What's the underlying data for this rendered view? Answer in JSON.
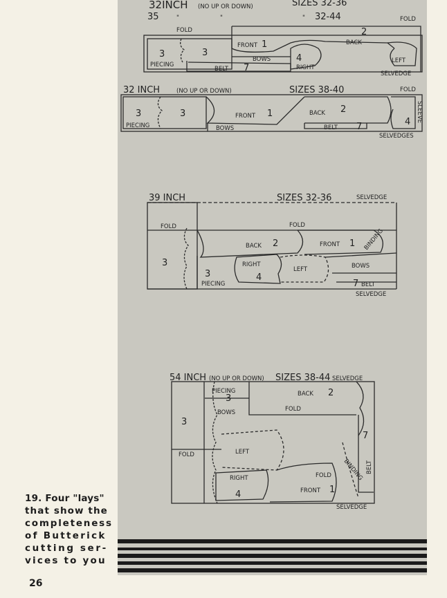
{
  "caption": {
    "lines": [
      "19. Four \"lays\"",
      "that show the",
      "completeness",
      "of Butterick",
      "cutting ser-",
      "vices to you"
    ]
  },
  "page_number": "26",
  "lay1": {
    "width": "32INCH",
    "width2": "35",
    "ditto1": "\"",
    "ditto2": "\"",
    "ditto3": "\"",
    "direction": "(NO UP OR DOWN)",
    "sizes": "SIZES 32-36",
    "sizes2": "32-44",
    "fold_left": "FOLD",
    "fold_right": "FOLD",
    "pieces": {
      "piece3a": "3",
      "piece3b": "3",
      "piecing": "PIECING",
      "front": "FRONT",
      "front_n": "1",
      "back": "BACK",
      "back_n": "2",
      "bows": "BOWS",
      "belt": "BELT",
      "belt_n": "7",
      "right": "RIGHT",
      "right_n": "4",
      "left": "LEFT"
    },
    "selvedge": "SELVEDGE"
  },
  "lay2": {
    "width": "32 INCH",
    "direction": "(NO UP OR DOWN)",
    "sizes": "SIZES 38-40",
    "fold": "FOLD",
    "pieces": {
      "piece3a": "3",
      "piece3b": "3",
      "piecing": "PIECING",
      "front": "FRONT",
      "front_n": "1",
      "back": "BACK",
      "back_n": "2",
      "bows": "BOWS",
      "belt": "BELT",
      "belt_n": "7",
      "sleeve": "SLEEVE",
      "sleeve_n": "4"
    },
    "selvedge": "SELVEDGES"
  },
  "lay3": {
    "width": "39 INCH",
    "sizes": "SIZES 32-36",
    "selvedge_top": "SELVEDGE",
    "pieces": {
      "fold_left": "FOLD",
      "fold_mid": "FOLD",
      "back": "BACK",
      "back_n": "2",
      "front": "FRONT",
      "front_n": "1",
      "binding": "BINDING",
      "piece3": "3",
      "piece3b": "3",
      "piecing": "PIECING",
      "right": "RIGHT",
      "right_n": "4",
      "left": "LEFT",
      "bows": "BOWS",
      "belt": "BELT",
      "belt_n": "7"
    },
    "selvedge": "SELVEDGE"
  },
  "lay4": {
    "width": "54 INCH",
    "direction": "(NO UP OR DOWN)",
    "sizes": "SIZES 38-44",
    "selvedge_top": "SELVEDGE",
    "pieces": {
      "piecing": "PIECING",
      "piecing_n": "3",
      "bows": "BOWS",
      "back": "BACK",
      "back_n": "2",
      "fold_mid": "FOLD",
      "piece3": "3",
      "fold_left": "FOLD",
      "left": "LEFT",
      "right": "RIGHT",
      "right_n": "4",
      "front": "FRONT",
      "front_n": "1",
      "fold_small": "FOLD",
      "binding": "BINDING",
      "belt": "BELT",
      "belt_n": "7"
    },
    "selvedge": "SELVEDGE"
  }
}
